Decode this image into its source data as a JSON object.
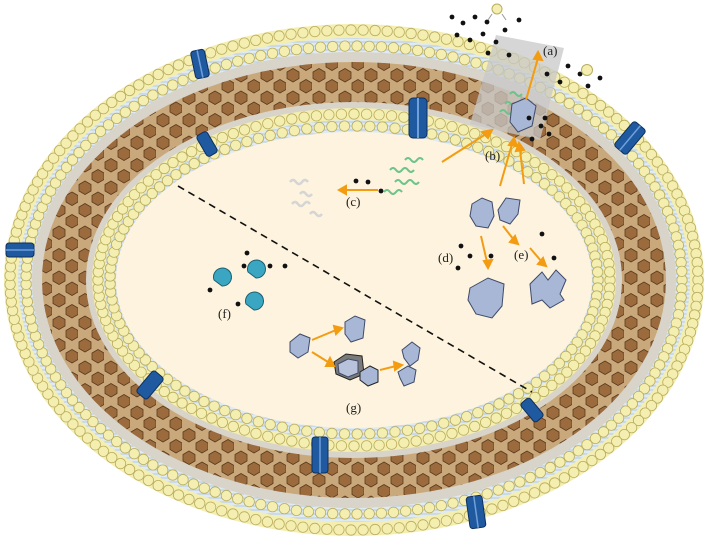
{
  "labels": {
    "a": "(a)",
    "b": "(b)",
    "c": "(c)",
    "d": "(d)",
    "e": "(e)",
    "f": "(f)",
    "g": "(g)"
  },
  "colors": {
    "lipid_head": "#f4eeb0",
    "lipid_head_stroke": "#b9ad5e",
    "lipid_tail": "#c7dcec",
    "peptidoglycan_bg": "#c9a97c",
    "peptidoglycan_hex": "#9b6b3d",
    "hex_stroke": "#5a3a1c",
    "periplasm": "#d9d4ca",
    "cytoplasm": "#fdf3de",
    "porin": "#1f5aa0",
    "arrow": "#f39c12",
    "protein": "#a9b7d6",
    "rna_green": "#6cc48a",
    "rna_grey": "#d5d5d5",
    "enzyme": "#3aa6c2",
    "molecule": "#111111",
    "highlight_box": "#c8c8c8"
  },
  "icons": {
    "membrane_channel": "porin-icon",
    "dot": "molecule-icon",
    "wavy": "rna-strand-icon",
    "blob": "protein-icon",
    "pacman": "enzyme-icon"
  }
}
